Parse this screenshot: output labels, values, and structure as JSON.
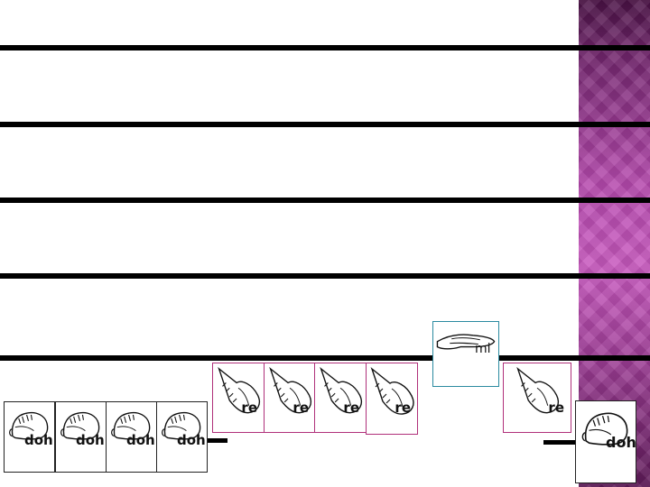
{
  "slide": {
    "accent_sidebar_color": "#b64aae",
    "staff_line_color": "#000000",
    "notes": [
      {
        "syllable": "doh",
        "icon": "fist-hand-sign-icon"
      },
      {
        "syllable": "doh",
        "icon": "fist-hand-sign-icon"
      },
      {
        "syllable": "doh",
        "icon": "fist-hand-sign-icon"
      },
      {
        "syllable": "doh",
        "icon": "fist-hand-sign-icon"
      },
      {
        "syllable": "re",
        "icon": "slanted-hand-sign-icon"
      },
      {
        "syllable": "re",
        "icon": "slanted-hand-sign-icon"
      },
      {
        "syllable": "re",
        "icon": "slanted-hand-sign-icon"
      },
      {
        "syllable": "re",
        "icon": "slanted-hand-sign-icon"
      },
      {
        "syllable": "mi",
        "icon": "flat-hand-sign-icon"
      },
      {
        "syllable": "re",
        "icon": "slanted-hand-sign-icon"
      },
      {
        "syllable": "doh",
        "icon": "fist-hand-sign-icon"
      }
    ]
  }
}
